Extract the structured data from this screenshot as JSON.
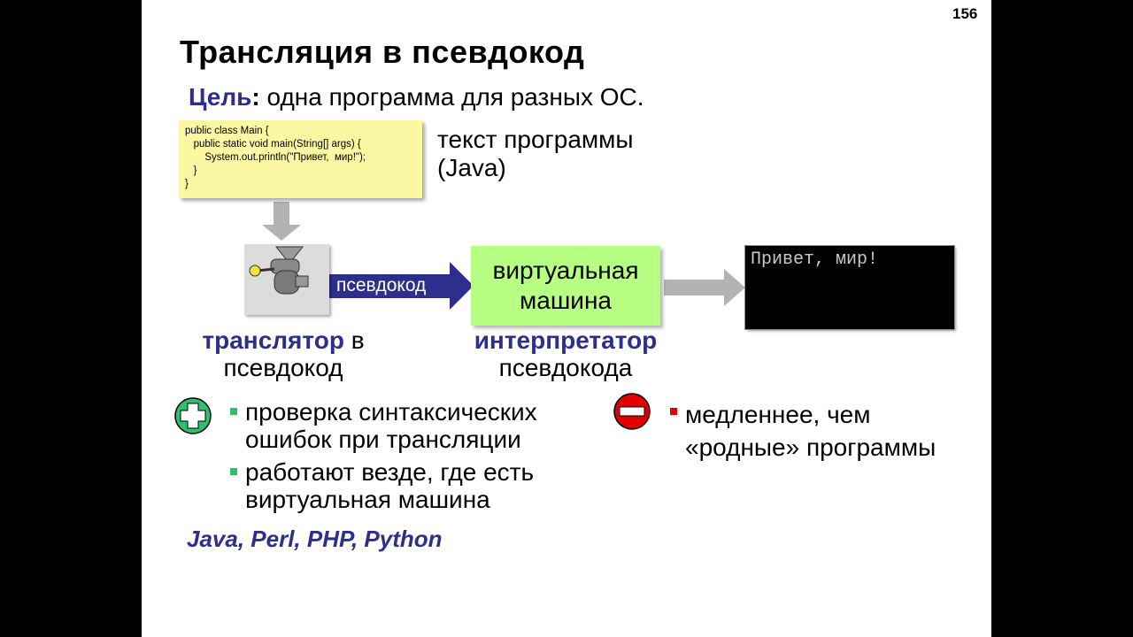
{
  "page_number": "156",
  "title": "Трансляция в псевдокод",
  "goal": {
    "label": "Цель",
    "colon": ":",
    "text": " одна программа для разных ОС."
  },
  "code_lines": [
    "public class Main {",
    "   public static void main(String[] args) {",
    "       System.out.println(\"Привет,  мир!\");",
    "   }",
    "}"
  ],
  "source_label": {
    "line1": "текст программы",
    "line2": "(Java)"
  },
  "arrow_label": "псевдокод",
  "vm": {
    "line1": "виртуальная",
    "line2": "машина"
  },
  "terminal_output": "Привет, мир!",
  "translator_caption": {
    "keyword": "транслятор",
    "rest1": " в",
    "line2": "псевдокод"
  },
  "interpreter_caption": {
    "keyword": "интерпретатор",
    "line2": "псевдокода"
  },
  "pros": [
    {
      "line1": "проверка синтаксических",
      "line2": "ошибок при трансляции"
    },
    {
      "line1": "работают везде, где есть",
      "line2": "виртуальная машина"
    }
  ],
  "cons": [
    {
      "line1": "медленнее, чем",
      "line2": "«родные» программы"
    }
  ],
  "languages": "Java, Perl, PHP, Python",
  "icons": {
    "plus": "plus-circle-icon",
    "minus": "minus-circle-icon",
    "translator": "meat-grinder-icon"
  },
  "colors": {
    "keyword": "#2e2e8c",
    "code_bg": "#fbf7a3",
    "vm_bg": "#b6ff82",
    "arrow": "#2e2e8c",
    "plus": "#2fc06d",
    "minus": "#e00000"
  }
}
